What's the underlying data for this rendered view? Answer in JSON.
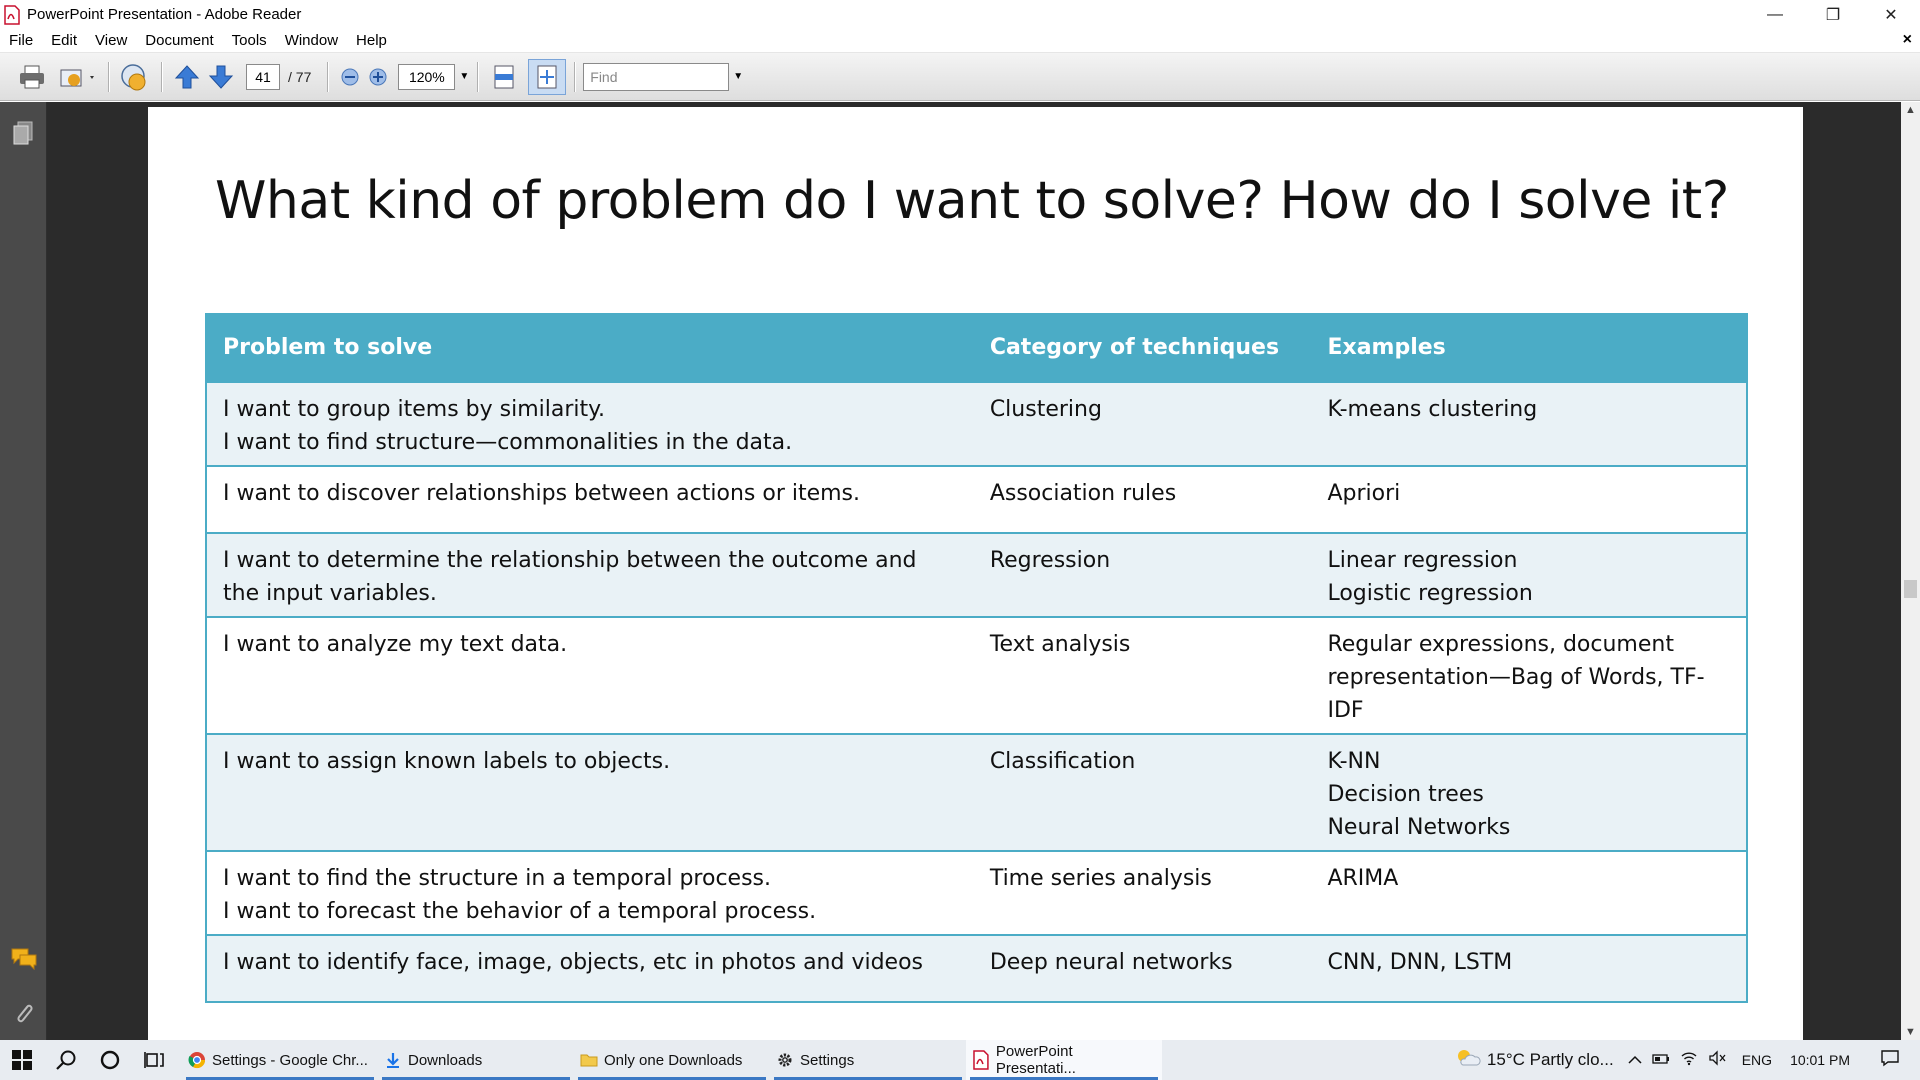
{
  "window": {
    "title": "PowerPoint Presentation - Adobe Reader",
    "minimize": "—",
    "restore": "❐",
    "close": "✕"
  },
  "menu": {
    "items": [
      "File",
      "Edit",
      "View",
      "Document",
      "Tools",
      "Window",
      "Help"
    ],
    "close_doc": "×"
  },
  "toolbar": {
    "page_current": "41",
    "page_total": "/ 77",
    "zoom": "120%",
    "find_placeholder": "Find"
  },
  "slide": {
    "title": "What kind of problem do I want to solve? How do I solve it?",
    "headers": [
      "Problem to solve",
      "Category of techniques",
      "Examples"
    ],
    "rows": [
      {
        "problem": [
          "I want to group items by similarity.",
          "I want to find structure—commonalities in the data."
        ],
        "category": "Clustering",
        "examples": [
          "K-means clustering"
        ]
      },
      {
        "problem": [
          "I want to discover relationships between actions or items."
        ],
        "category": "Association rules",
        "examples": [
          "Apriori"
        ]
      },
      {
        "problem": [
          "I want to determine the relationship between the outcome and",
          "the input variables."
        ],
        "category": "Regression",
        "examples": [
          "Linear regression",
          "Logistic regression"
        ]
      },
      {
        "problem": [
          "I want to analyze my text data."
        ],
        "category": "Text analysis",
        "examples": [
          "Regular expressions, document",
          "representation—Bag of Words, TF-",
          "IDF"
        ]
      },
      {
        "problem": [
          "I want to assign known labels to objects."
        ],
        "category": "Classification",
        "examples": [
          "K-NN",
          "Decision trees",
          "Neural Networks"
        ]
      },
      {
        "problem": [
          "I want to find the structure in a temporal process.",
          "I want to forecast the behavior of a temporal process."
        ],
        "category": "Time series analysis",
        "examples": [
          "ARIMA"
        ]
      },
      {
        "problem": [
          "I want to identify face, image, objects,  etc in photos and videos"
        ],
        "category": "Deep neural networks",
        "examples": [
          "CNN, DNN, LSTM"
        ]
      }
    ]
  },
  "taskbar": {
    "tasks": [
      {
        "label": "Settings - Google Chr...",
        "icon": "chrome-icon"
      },
      {
        "label": "Downloads",
        "icon": "download-arrow-icon"
      },
      {
        "label": "Only one Downloads",
        "icon": "folder-icon"
      },
      {
        "label": "Settings",
        "icon": "gear-icon"
      },
      {
        "label": "PowerPoint Presentati...",
        "icon": "pdf-icon"
      }
    ],
    "weather": "15°C  Partly clo...",
    "language": "ENG",
    "time": "10:01 PM"
  },
  "colors": {
    "table_header": "#4bacc6",
    "row_alt": "#e9f2f6",
    "doc_background": "#2b2b2b"
  }
}
